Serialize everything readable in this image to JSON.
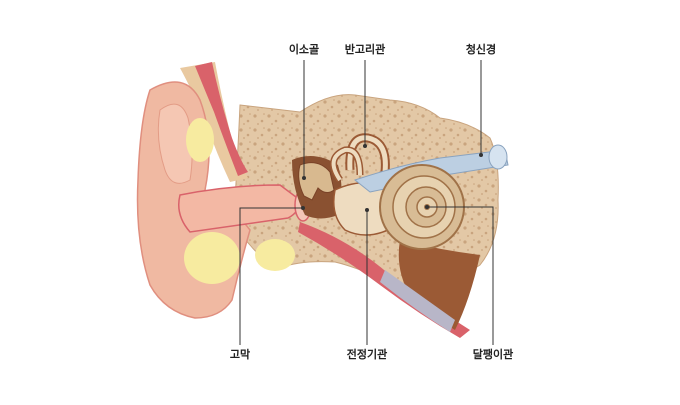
{
  "labels": {
    "ossicles": "이소골",
    "semicircular_canals": "반고리관",
    "auditory_nerve": "청신경",
    "eardrum": "고막",
    "vestibule": "전정기관",
    "cochlea": "달팽이관"
  }
}
